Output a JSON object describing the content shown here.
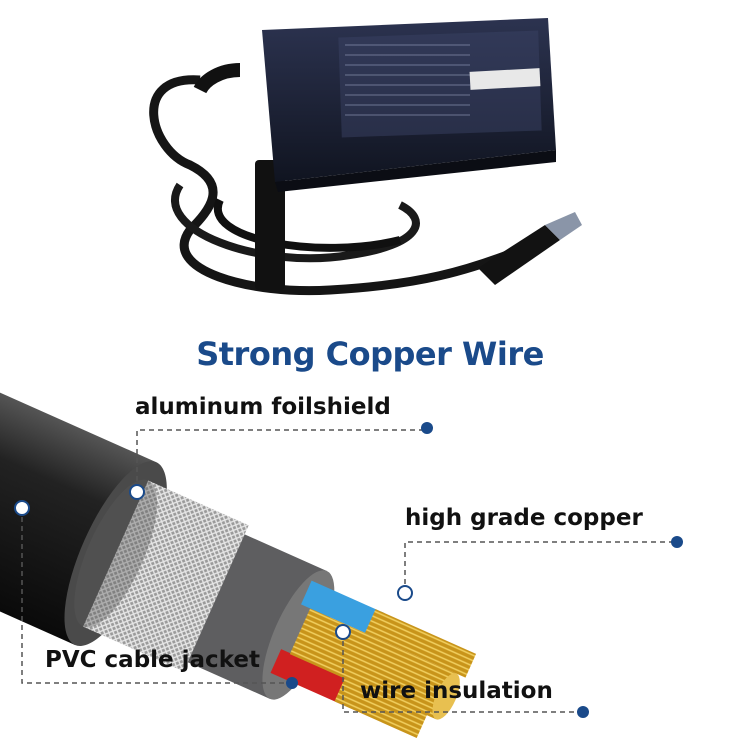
{
  "title": "Strong Copper Wire",
  "labels": {
    "foil": "aluminum foilshield",
    "copper": "high grade copper",
    "jacket": "PVC cable jacket",
    "insulation": "wire insulation"
  },
  "colors": {
    "title": "#1a4a8a",
    "marker": "#1a4a8a",
    "copper": "#d4a017",
    "blue_wire": "#3aa0e0",
    "red_wire": "#d02020"
  }
}
